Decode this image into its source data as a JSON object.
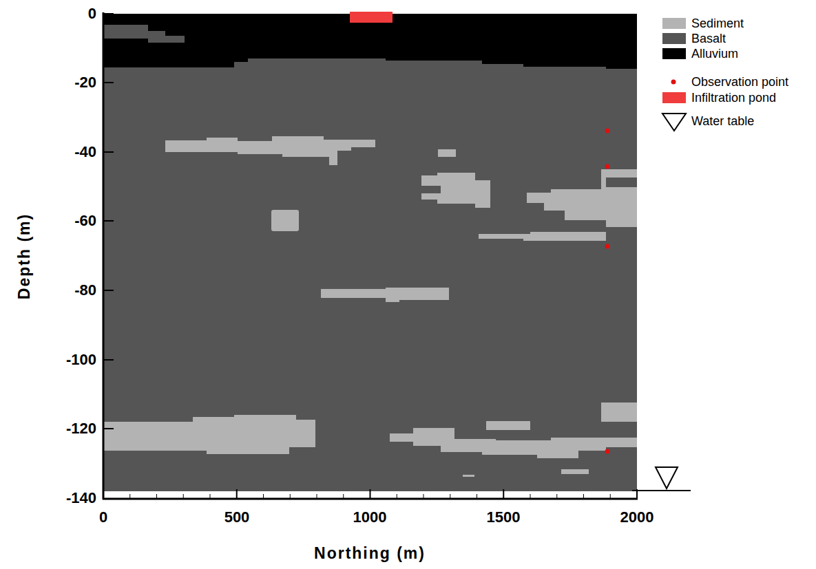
{
  "diagram": {
    "labels": [
      "0",
      "-20",
      "-40",
      "-60",
      "-80",
      "-100",
      "-120",
      "-140",
      "Depth (m)",
      "0",
      "500",
      "1000",
      "1500",
      "2000",
      "Northing (m)"
    ],
    "legend": [
      {
        "text": "Sediment",
        "color": "#b3b3b3"
      },
      {
        "text": "Basalt",
        "color": "#555555"
      },
      {
        "text": "Alluvium",
        "color": "#000000"
      },
      {
        "text": "Observation point"
      },
      {
        "text": "Infiltration pond",
        "color": "#f03c3c"
      },
      {
        "text": "Water table"
      }
    ]
  }
}
